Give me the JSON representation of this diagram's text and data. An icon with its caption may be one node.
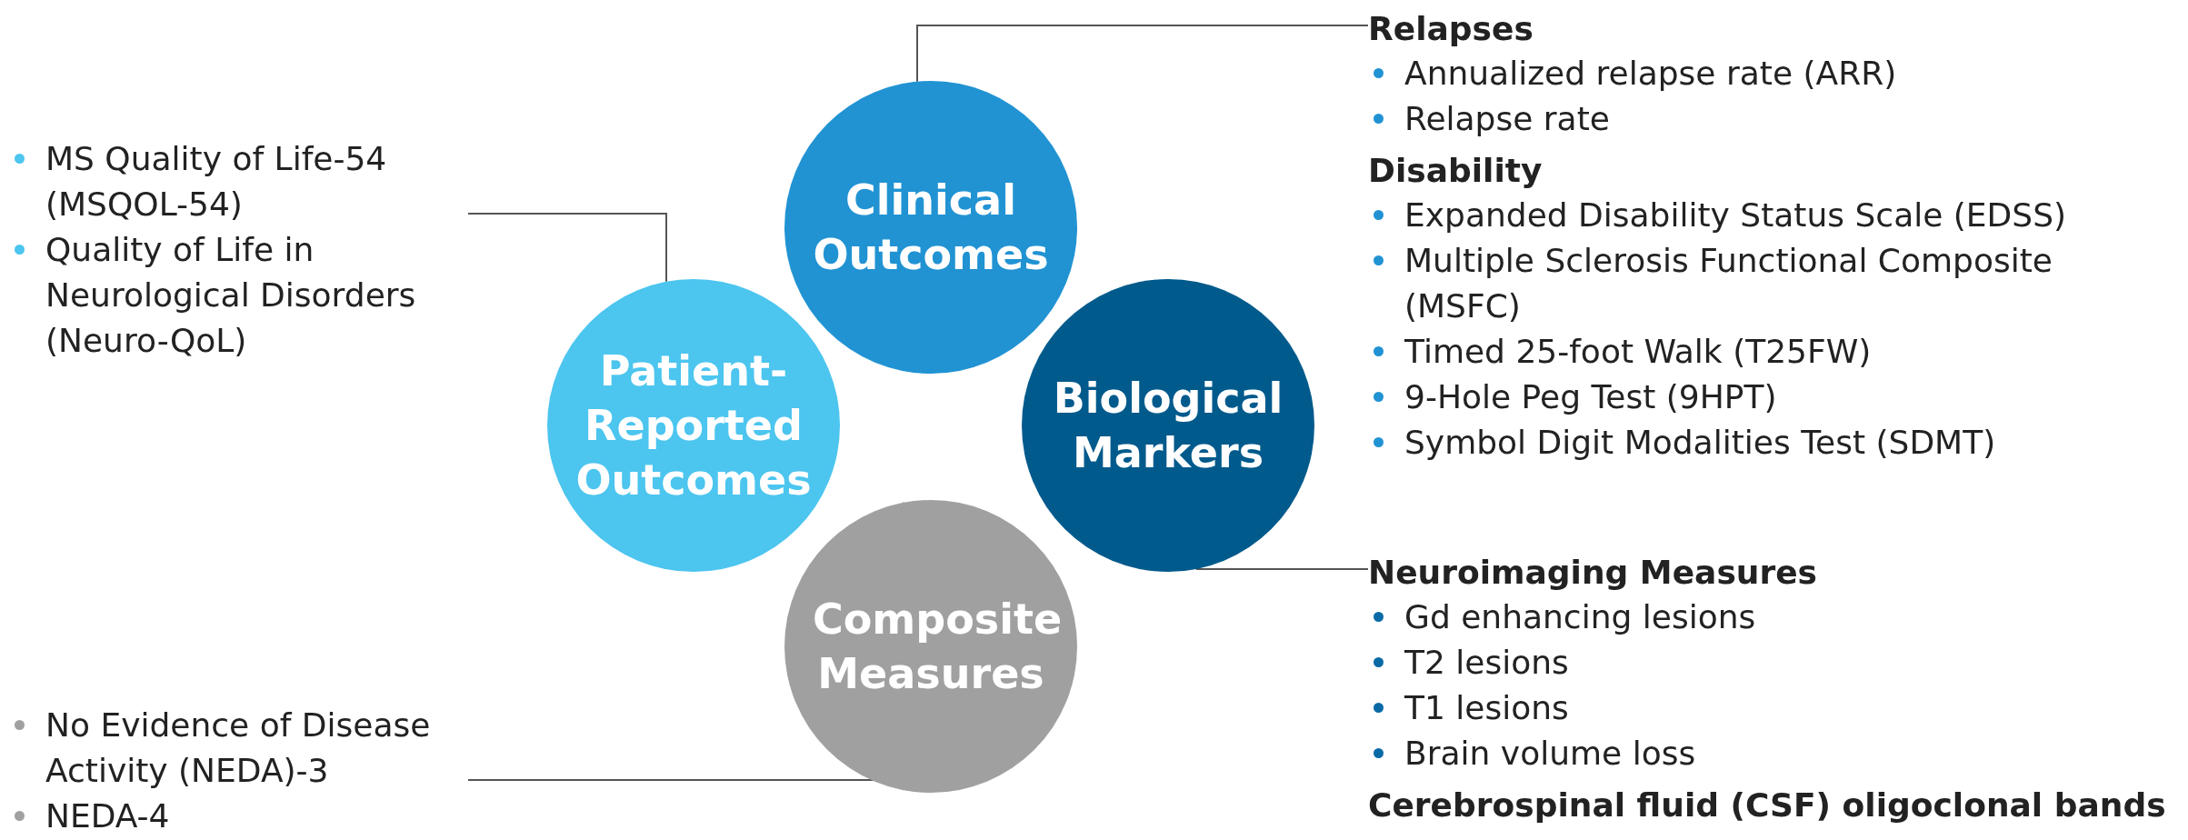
{
  "diagram": {
    "nodes": [
      {
        "text": [
          "Clinical Outcomes"
        ]
      },
      {
        "text": [
          "Patient-Reported Outcomes"
        ]
      },
      {
        "text": [
          "Biological Markers"
        ]
      },
      {
        "text": [
          "Composite Measures"
        ]
      },
      {
        "text": [
          "MS Quality of Life-54 (MSQOL-54)",
          "Quality of Life in Neurological Disorders (Neuro-QoL)"
        ]
      },
      {
        "text": [
          "Relapses",
          "Annualized relapse rate (ARR)",
          "Relapse rate",
          "Disability",
          "Expanded Disability Status Scale (EDSS)",
          "Multiple Sclerosis Functional Composite (MSFC)",
          "Timed 25-foot Walk (T25FW)",
          "9-Hole Peg Test (9HPT)",
          "Symbol Digit Modalities Test (SDMT)"
        ]
      },
      {
        "text": [
          "Neuroimaging Measures",
          "Gd enhancing lesions",
          "T2 lesions",
          "T1 lesions",
          "Brain volume loss",
          "Cerebrospinal fluid (CSF) oligoclonal bands"
        ]
      },
      {
        "text": [
          "No Evidence of Disease Activity (NEDA)-3",
          "NEDA-4"
        ]
      }
    ],
    "edges": [
      {
        "from": 5,
        "to": 0,
        "arrow": "none"
      },
      {
        "from": 4,
        "to": 1,
        "arrow": "none"
      },
      {
        "from": 6,
        "to": 2,
        "arrow": "none"
      },
      {
        "from": 7,
        "to": 3,
        "arrow": "none"
      }
    ]
  }
}
